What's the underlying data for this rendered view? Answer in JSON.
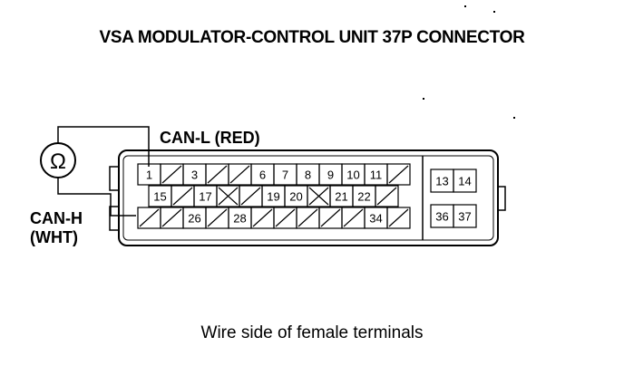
{
  "title": "VSA MODULATOR-CONTROL UNIT 37P CONNECTOR",
  "probe_labels": {
    "can_l": "CAN-L (RED)",
    "can_h_line1": "CAN-H",
    "can_h_line2": "(WHT)"
  },
  "ohmmeter_symbol": "Ω",
  "caption": "Wire side of female terminals",
  "connector": {
    "row1": [
      "1",
      "",
      "3",
      "",
      "",
      "6",
      "7",
      "8",
      "9",
      "10",
      "11",
      ""
    ],
    "row2": [
      "15",
      "",
      "17",
      "X",
      "",
      "19",
      "20",
      "X",
      "21",
      "22",
      ""
    ],
    "row3": [
      "",
      "",
      "26",
      "",
      "28",
      "",
      "",
      "",
      "",
      "",
      "34",
      ""
    ],
    "right_top": [
      "13",
      "14"
    ],
    "right_bottom": [
      "36",
      "37"
    ]
  }
}
